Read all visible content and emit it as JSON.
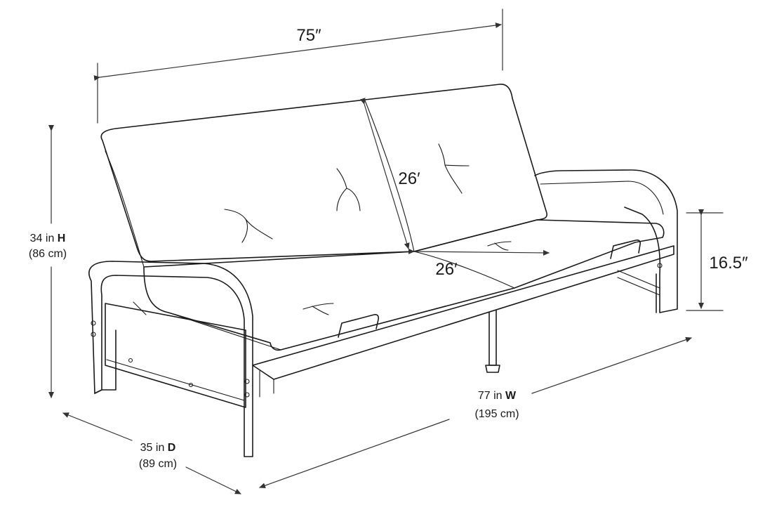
{
  "dimensions": {
    "top_width": "75″",
    "back_height": "26′",
    "seat_depth": "26′",
    "seat_height": "16.5″",
    "overall_height": {
      "prefix": "34 in",
      "unit_letter": "H",
      "metric": "(86 cm)"
    },
    "overall_depth": {
      "prefix": "35 in",
      "unit_letter": "D",
      "metric": "(89 cm)"
    },
    "overall_width": {
      "prefix": "77 in",
      "unit_letter": "W",
      "metric": "(195 cm)"
    }
  },
  "colors": {
    "line": "#1a1a1a",
    "background": "#ffffff"
  }
}
